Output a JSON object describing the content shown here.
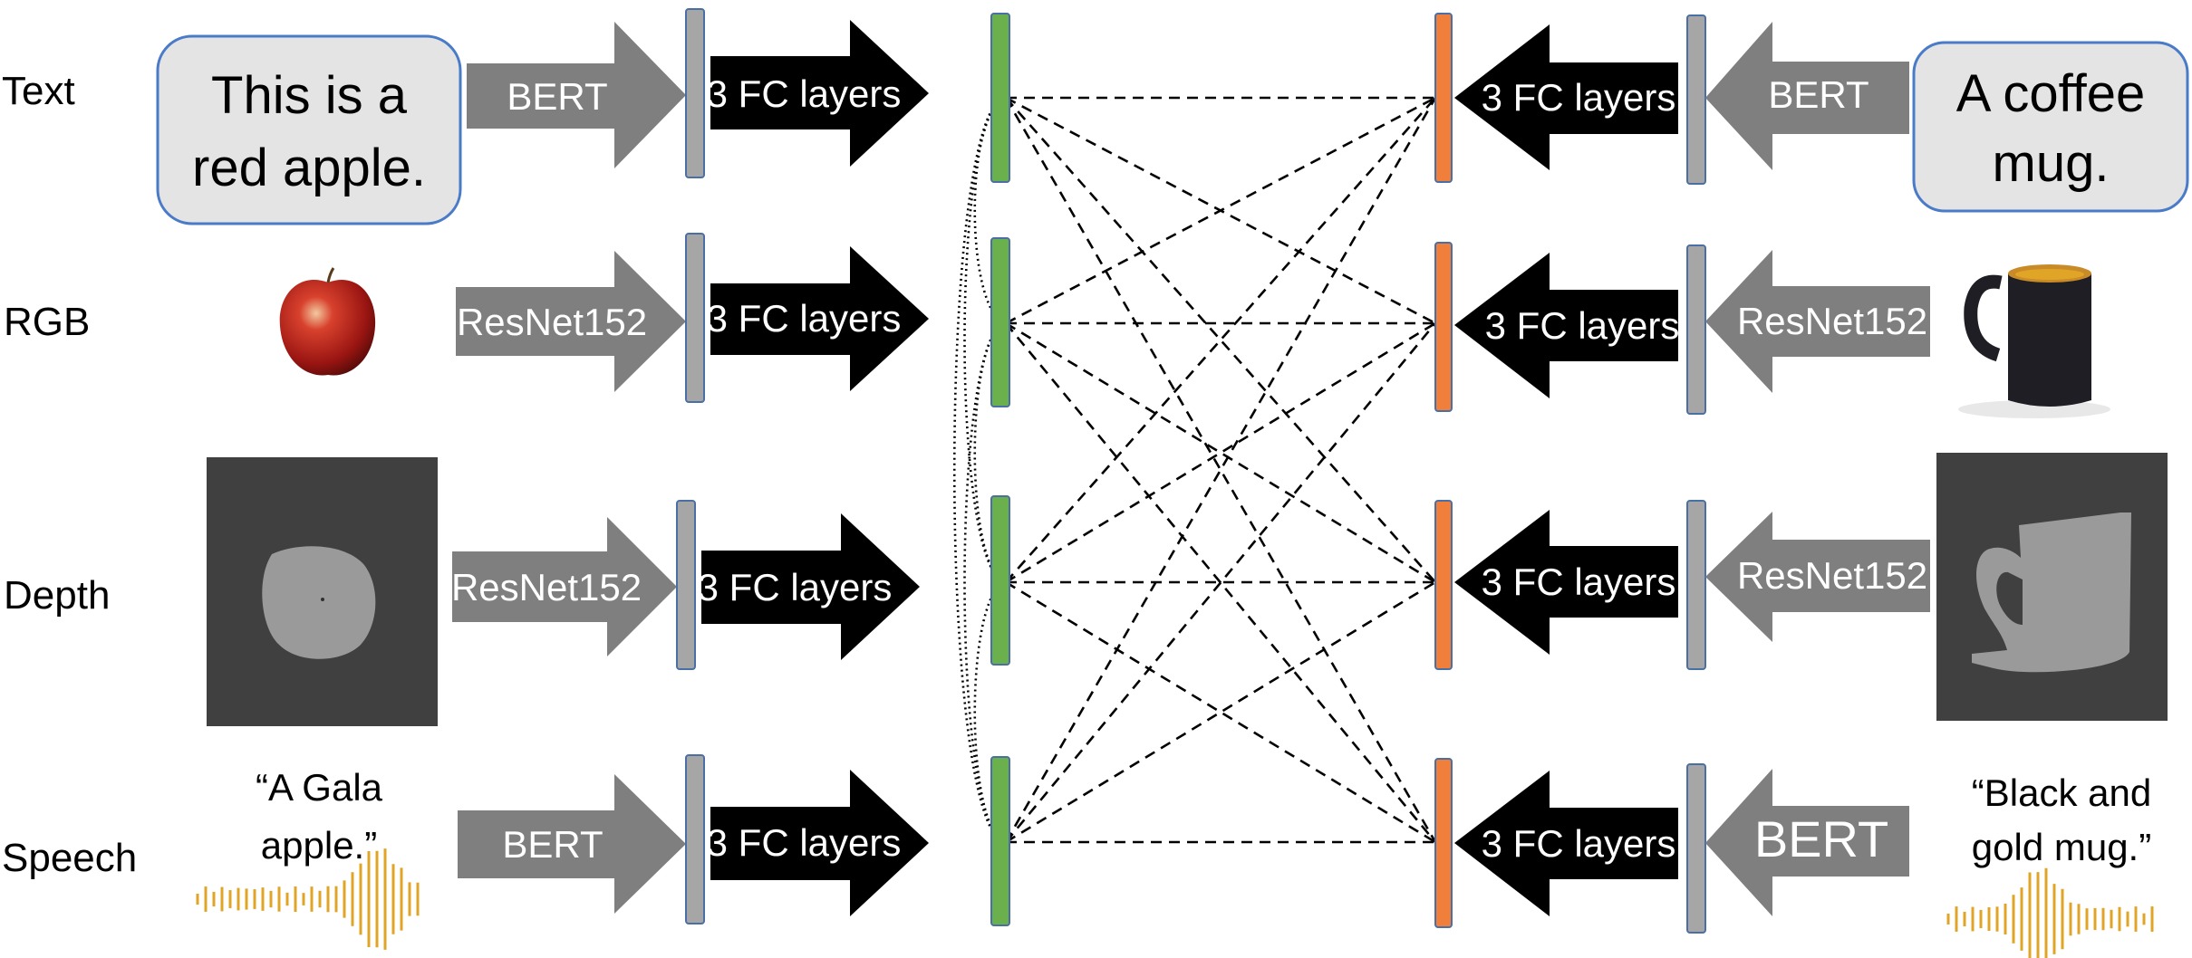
{
  "rows": [
    {
      "id": "text",
      "label": "Text"
    },
    {
      "id": "rgb",
      "label": "RGB"
    },
    {
      "id": "depth",
      "label": "Depth"
    },
    {
      "id": "speech",
      "label": "Speech"
    }
  ],
  "left": {
    "text_input_lines": [
      "This is a",
      "red apple."
    ],
    "speech_quote_lines": [
      "“A Gala",
      "apple.”"
    ],
    "encoders": [
      "BERT",
      "ResNet152",
      "ResNet152",
      "BERT"
    ],
    "fc_label": "3 FC layers",
    "embedding_color": "#6ab04c"
  },
  "right": {
    "text_input_lines": [
      "A coffee",
      "mug."
    ],
    "speech_quote_lines": [
      "“Black and",
      "gold mug.”"
    ],
    "encoders": [
      "BERT",
      "ResNet152",
      "ResNet152",
      "BERT"
    ],
    "fc_label": "3 FC layers",
    "embedding_color": "#f07f3c"
  },
  "colors": {
    "encoder_arrow": "#7f7f7f",
    "fc_arrow": "#000000",
    "feature_bar": "#a6a6a6",
    "bar_border": "#4a6fa5",
    "bubble_fill": "#e4e4e4",
    "bubble_border": "#4a7bc8",
    "waveform": "#e0a526",
    "depth_background": "#404040",
    "depth_object": "#9a9a9a"
  }
}
